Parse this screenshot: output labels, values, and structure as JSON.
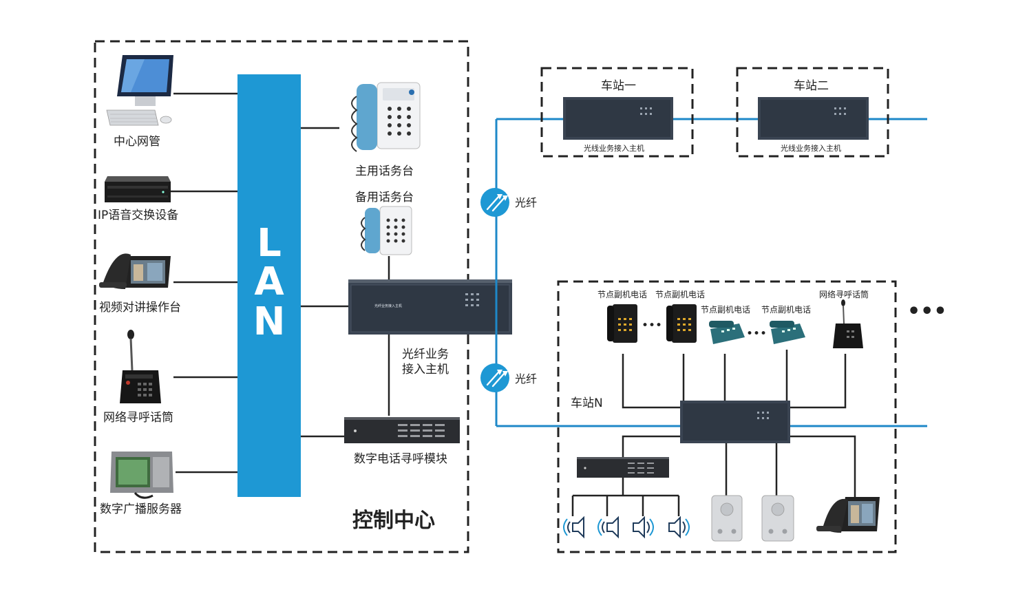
{
  "control_center": {
    "title": "控制中心",
    "lan_letters": [
      "L",
      "A",
      "N"
    ],
    "left_devices": [
      {
        "label": "中心网管",
        "icon": "computer-icon"
      },
      {
        "label": "IP语音交换设备",
        "icon": "rack-switch-icon"
      },
      {
        "label": "视频对讲操作台",
        "icon": "video-phone-icon"
      },
      {
        "label": "网络寻呼话筒",
        "icon": "paging-microphone-icon"
      },
      {
        "label": "数字广播服务器",
        "icon": "broadcast-server-icon"
      }
    ],
    "main_console": "主用话务台",
    "backup_console": "备用话务台",
    "fiber_host_line1": "光纤业务",
    "fiber_host_line2": "接入主机",
    "fiber_host_panel_text": "光纤业务接入主机",
    "paging_module": "数字电话寻呼模块"
  },
  "fiber_label": "光纤",
  "stations": [
    {
      "name": "车站一",
      "host_label": "光线业务接入主机"
    },
    {
      "name": "车站二",
      "host_label": "光线业务接入主机"
    }
  ],
  "station_n": {
    "name": "车站N",
    "phones": [
      "节点副机电话",
      "节点副机电话",
      "节点副机电话",
      "节点副机电话"
    ],
    "paging_mic": "网络寻呼话筒",
    "ellipsis": "•••"
  },
  "colors": {
    "lan_bar": "#1e98d4",
    "fiber_line": "#1e88c8",
    "dash_border": "#222222",
    "device_dark": "#3a4452"
  }
}
